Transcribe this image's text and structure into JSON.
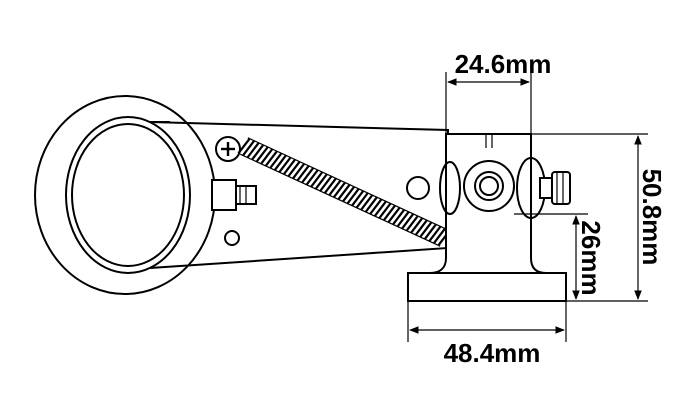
{
  "diagram": {
    "dimensions": {
      "top_width": "24.6mm",
      "base_width": "48.4mm",
      "total_height": "50.8mm",
      "axis_height": "26mm"
    },
    "colors": {
      "line": "#000000",
      "background": "#ffffff"
    }
  }
}
